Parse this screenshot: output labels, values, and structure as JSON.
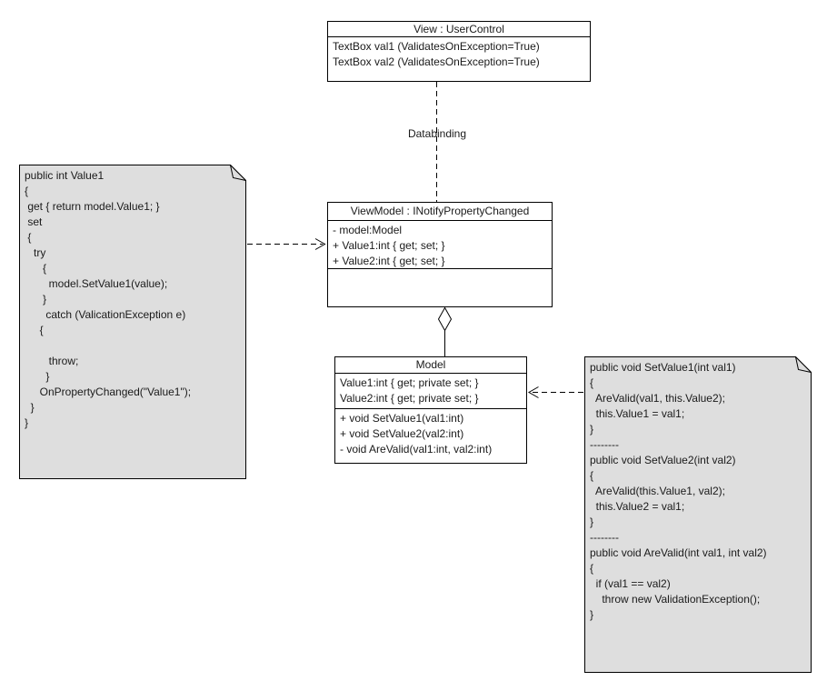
{
  "classes": {
    "view": {
      "title": "View : UserControl",
      "attributes": [
        "TextBox val1 (ValidatesOnException=True)",
        "TextBox val2 (ValidatesOnException=True)"
      ]
    },
    "viewmodel": {
      "title": "ViewModel : INotifyPropertyChanged",
      "attributes": [
        "- model:Model",
        "+ Value1:int { get; set; }",
        "+ Value2:int { get; set; }"
      ],
      "methods": []
    },
    "model": {
      "title": "Model",
      "attributes": [
        "Value1:int { get; private set; }",
        "Value2:int { get; private set; }"
      ],
      "methods": [
        "+ void SetValue1(val1:int)",
        "+ void SetValue2(val2:int)",
        "- void AreValid(val1:int, val2:int)"
      ]
    }
  },
  "connectors": {
    "databinding_label": "Databinding",
    "view_to_viewmodel": "dashed-line",
    "viewmodel_to_model": "aggregation-open-diamond",
    "left_note_to_viewmodel": "dashed-open-arrow",
    "right_note_to_model": "dashed-open-arrow"
  },
  "notes": {
    "left": {
      "lines": [
        "public int Value1",
        "{",
        " get { return model.Value1; }",
        " set",
        " {",
        "   try",
        "      {",
        "        model.SetValue1(value);",
        "      }",
        "       catch (ValicationException e)",
        "     {",
        "",
        "        throw;",
        "       }",
        "     OnPropertyChanged(\"Value1\");",
        "  }",
        "}"
      ]
    },
    "right": {
      "lines": [
        "public void SetValue1(int val1)",
        "{",
        "  AreValid(val1, this.Value2);",
        "  this.Value1 = val1;",
        "}",
        "--------",
        "public void SetValue2(int val2)",
        "{",
        "  AreValid(this.Value1, val2);",
        "  this.Value2 = val1;",
        "}",
        "--------",
        "public void AreValid(int val1, int val2)",
        "{",
        "  if (val1 == val2)",
        "    throw new ValidationException();",
        "}"
      ]
    }
  },
  "colors": {
    "note_fill": "#dedede",
    "box_fill": "#ffffff",
    "line": "#000000",
    "text": "#1a1a1a"
  }
}
